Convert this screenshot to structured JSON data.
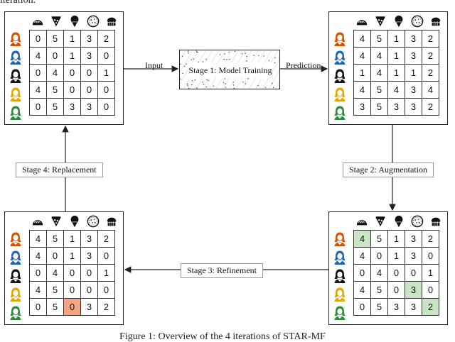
{
  "header_fragment": "iteration.",
  "caption_fragment": "Figure 1: Overview of the 4 iterations of STAR-MF",
  "flow": {
    "input": "Input",
    "prediction": "Prediction"
  },
  "model_box": {
    "label": "Stage 1:  Model Training"
  },
  "stages": {
    "augmentation": "Stage 2: Augmentation",
    "refinement": "Stage 3: Refinement",
    "replacement": "Stage 4: Replacement"
  },
  "food_icons": [
    "taco-icon",
    "pizza-icon",
    "ice-cream-icon",
    "cookie-icon",
    "cake-icon"
  ],
  "user_icons": [
    {
      "name": "user-orange-icon",
      "color": "#d35400"
    },
    {
      "name": "user-blue-icon",
      "color": "#2166ac"
    },
    {
      "name": "user-black-icon",
      "color": "#111111"
    },
    {
      "name": "user-yellow-icon",
      "color": "#e0a800"
    },
    {
      "name": "user-green-icon",
      "color": "#2e8b3a"
    }
  ],
  "highlight_colors": {
    "green": "#c8e6c4",
    "orange": "#f4a582"
  },
  "matrices": {
    "input": [
      [
        "0",
        "5",
        "1",
        "3",
        "2"
      ],
      [
        "4",
        "0",
        "1",
        "3",
        "0"
      ],
      [
        "0",
        "4",
        "0",
        "0",
        "1"
      ],
      [
        "4",
        "5",
        "0",
        "0",
        "0"
      ],
      [
        "0",
        "5",
        "3",
        "3",
        "0"
      ]
    ],
    "prediction": [
      [
        "4",
        "5",
        "1",
        "3",
        "2"
      ],
      [
        "4",
        "4",
        "1",
        "3",
        "2"
      ],
      [
        "1",
        "4",
        "1",
        "1",
        "2"
      ],
      [
        "4",
        "5",
        "4",
        "3",
        "4"
      ],
      [
        "3",
        "5",
        "3",
        "3",
        "2"
      ]
    ],
    "augmentation": [
      [
        "4",
        "5",
        "1",
        "3",
        "2"
      ],
      [
        "4",
        "0",
        "1",
        "3",
        "0"
      ],
      [
        "0",
        "4",
        "0",
        "0",
        "1"
      ],
      [
        "4",
        "5",
        "0",
        "3",
        "0"
      ],
      [
        "0",
        "5",
        "3",
        "3",
        "2"
      ]
    ],
    "replacement": [
      [
        "4",
        "5",
        "1",
        "3",
        "2"
      ],
      [
        "4",
        "0",
        "1",
        "3",
        "0"
      ],
      [
        "0",
        "4",
        "0",
        "0",
        "1"
      ],
      [
        "4",
        "5",
        "0",
        "0",
        "0"
      ],
      [
        "0",
        "5",
        "0",
        "3",
        "2"
      ]
    ]
  }
}
